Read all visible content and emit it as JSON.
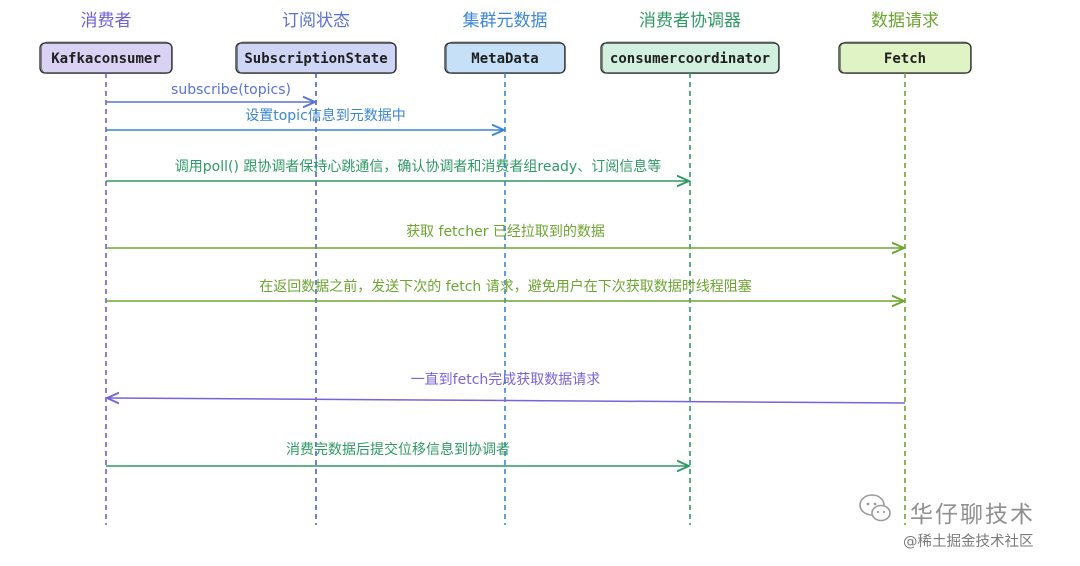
{
  "participants": [
    {
      "id": "kafkaconsumer",
      "title": "消费者",
      "box_label": "Kafkaconsumer",
      "color": "#6f5fd6",
      "fill": "#d9d2f3",
      "line_color": "#6f5fd6"
    },
    {
      "id": "subscriptionstate",
      "title": "订阅状态",
      "box_label": "SubscriptionState",
      "color": "#5b73cf",
      "fill": "#cfd6f5",
      "line_color": "#4b60c8"
    },
    {
      "id": "metadata",
      "title": "集群元数据",
      "box_label": "MetaData",
      "color": "#3f86d6",
      "fill": "#c6e0f7",
      "line_color": "#3a86d0"
    },
    {
      "id": "consumercoordinator",
      "title": "消费者协调器",
      "box_label": "consumercoordinator",
      "color": "#2f9a66",
      "fill": "#d2f0e0",
      "line_color": "#2f9a66"
    },
    {
      "id": "fetch",
      "title": "数据请求",
      "box_label": "Fetch",
      "color": "#6da531",
      "fill": "#dff3c4",
      "line_color": "#6da531"
    }
  ],
  "messages": [
    {
      "from": "kafkaconsumer",
      "to": "subscriptionstate",
      "label": "subscribe(topics)",
      "color": "#5b73cf"
    },
    {
      "from": "kafkaconsumer",
      "to": "metadata",
      "label": "设置topic信息到元数据中",
      "color": "#3a86d0"
    },
    {
      "from": "kafkaconsumer",
      "to": "consumercoordinator",
      "label": "调用poll() 跟协调者保持心跳通信，确认协调者和消费者组ready、订阅信息等",
      "color": "#2f9a66"
    },
    {
      "from": "kafkaconsumer",
      "to": "fetch",
      "label": "获取 fetcher 已经拉取到的数据",
      "color": "#6da531"
    },
    {
      "from": "kafkaconsumer",
      "to": "fetch",
      "label": "在返回数据之前，发送下次的 fetch 请求，避免用户在下次获取数据时线程阻塞",
      "color": "#6da531"
    },
    {
      "from": "fetch",
      "to": "kafkaconsumer",
      "label": "一直到fetch完成获取数据请求",
      "color": "#7a63d6"
    },
    {
      "from": "kafkaconsumer",
      "to": "consumercoordinator",
      "label": "消费完数据后提交位移信息到协调者",
      "color": "#2f9a66"
    }
  ],
  "watermark": {
    "primary": "华仔聊技术",
    "secondary": "@稀土掘金技术社区",
    "icon": "wechat-icon"
  }
}
